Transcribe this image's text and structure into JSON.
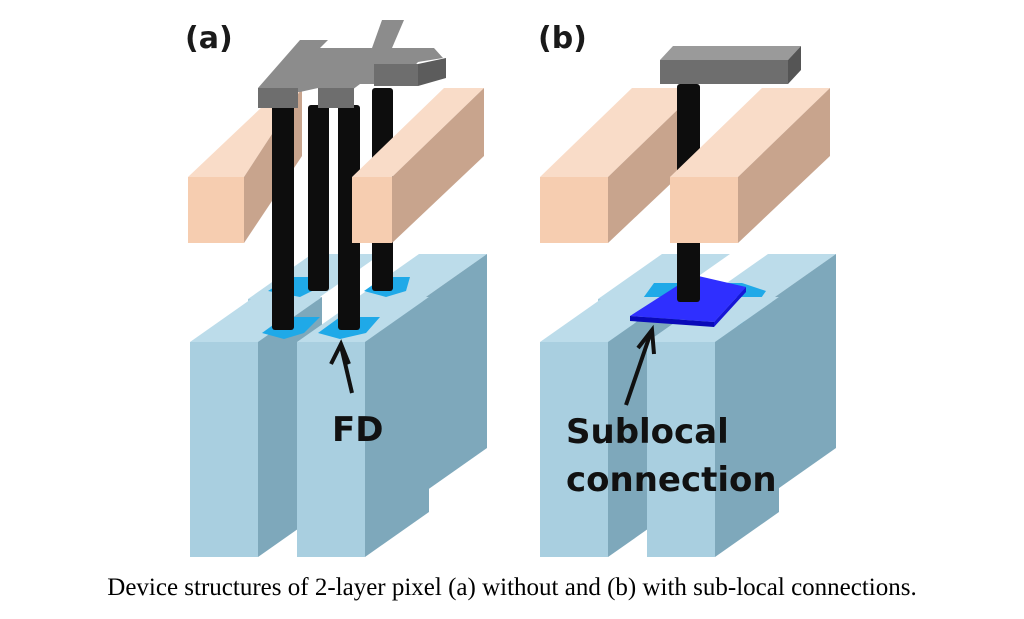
{
  "figure": {
    "panel_a": {
      "label": "(a)",
      "callout": "FD"
    },
    "panel_b": {
      "label": "(b)",
      "callout_line1": "Sublocal",
      "callout_line2": "connection"
    },
    "colors": {
      "pixel_front": "#a9cfe0",
      "pixel_top": "#bcdcea",
      "pixel_side": "#7ea8bb",
      "fd_diffusion": "#1fa9e8",
      "gate_front": "#f6cdb0",
      "gate_top": "#f9dcc8",
      "gate_side": "#c8a48d",
      "wiring_top": "#8c8c8c",
      "wiring_front": "#6e6e6e",
      "contact": "#0d0d0d",
      "sublocal_top": "#2f2fff",
      "sublocal_side": "#0a0ab8"
    }
  },
  "caption": "Device structures of 2-layer pixel (a) without and (b) with sub-local connections."
}
